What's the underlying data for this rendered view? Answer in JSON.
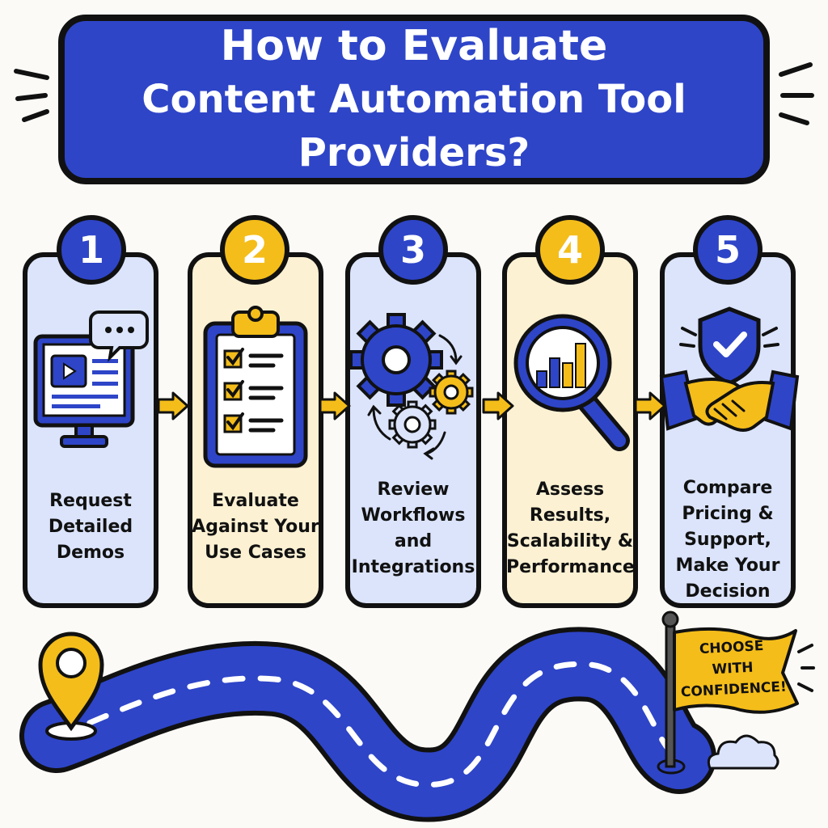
{
  "title": {
    "line1": "How to Evaluate",
    "line2": "Content Automation Tool Providers?"
  },
  "steps": [
    {
      "number": "1",
      "label_lines": [
        "Request",
        "Detailed",
        "Demos"
      ],
      "icon": "monitor-video-chat-icon",
      "theme": "blue"
    },
    {
      "number": "2",
      "label_lines": [
        "Evaluate",
        "Against Your",
        "Use Cases"
      ],
      "icon": "clipboard-checklist-icon",
      "theme": "yellow"
    },
    {
      "number": "3",
      "label_lines": [
        "Review",
        "Workflows",
        "and",
        "Integrations"
      ],
      "icon": "gears-icon",
      "theme": "blue"
    },
    {
      "number": "4",
      "label_lines": [
        "Assess",
        "Results,",
        "Scalability &",
        "Performance"
      ],
      "icon": "magnifier-chart-icon",
      "theme": "yellow"
    },
    {
      "number": "5",
      "label_lines": [
        "Compare",
        "Pricing &",
        "Support,",
        "Make Your",
        "Decision"
      ],
      "icon": "shield-handshake-icon",
      "theme": "blue"
    }
  ],
  "flag": {
    "lines": [
      "CHOOSE",
      "WITH",
      "CONFIDENCE!"
    ]
  },
  "colors": {
    "blue": "#2e45c8",
    "yellow": "#f4bd1a",
    "light_blue": "#dbe4fb",
    "light_yellow": "#fcf1d3",
    "outline": "#111111"
  }
}
